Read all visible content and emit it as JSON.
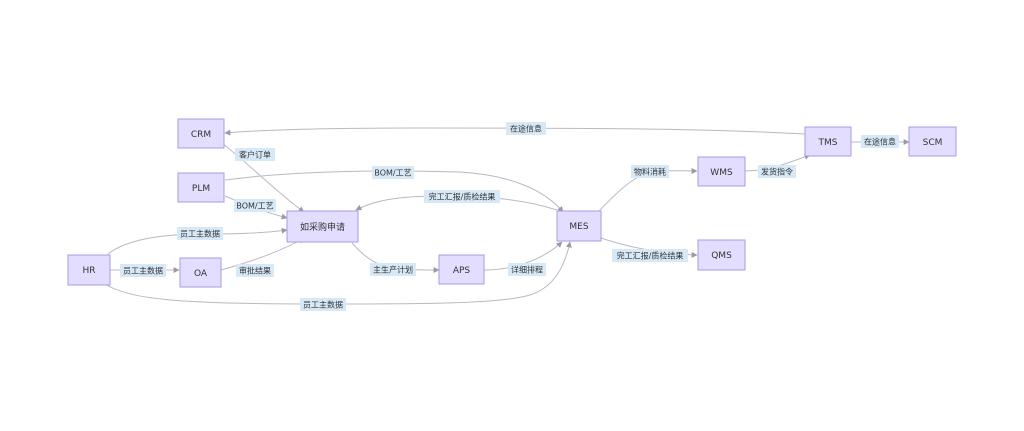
{
  "nodes": {
    "crm": "CRM",
    "plm": "PLM",
    "hr": "HR",
    "oa": "OA",
    "purchase": "如采购申请",
    "aps": "APS",
    "mes": "MES",
    "wms": "WMS",
    "qms": "QMS",
    "tms": "TMS",
    "scm": "SCM"
  },
  "edges": {
    "tms_crm": "在途信息",
    "crm_purchase": "客户订单",
    "plm_mes": "BOM/工艺",
    "plm_purchase": "BOM/工艺",
    "mes_purchase": "完工汇报/质检结果",
    "hr_purchase": "员工主数据",
    "hr_oa": "员工主数据",
    "oa_purchase": "审批结果",
    "purchase_aps": "主生产计划",
    "aps_mes": "详细排程",
    "hr_mes": "员工主数据",
    "mes_wms": "物料消耗",
    "mes_qms": "完工汇报/质检结果",
    "wms_tms": "发货指令",
    "tms_scm": "在途信息"
  }
}
